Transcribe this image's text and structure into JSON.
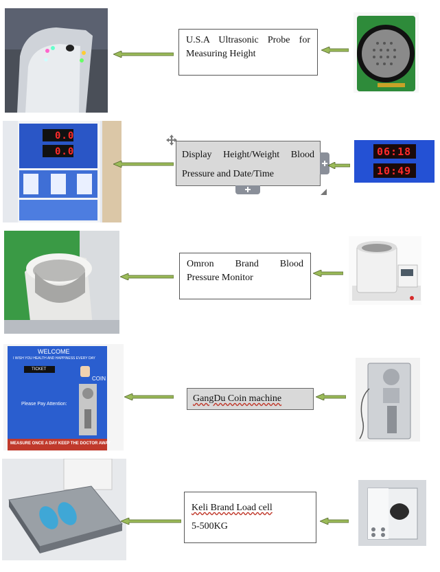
{
  "rows": [
    {
      "label_lines": [
        "U.S.A Ultrasonic Probe for",
        "Measuring Height"
      ]
    },
    {
      "label_lines": [
        "Display Height/Weight Blood",
        "Pressure and Date/Time"
      ],
      "left_display_values": [
        "0.0",
        "0.0"
      ],
      "right_display_values": [
        "06:18",
        "10:49"
      ]
    },
    {
      "label_lines": [
        "Omron Brand Blood",
        "Pressure Monitor"
      ]
    },
    {
      "label_lines": [
        "GangDu Coin machine"
      ],
      "sign": {
        "welcome": "WELCOME",
        "subtitle": "I WISH YOU HEALTH AND HAPPINESS EVERY DAY",
        "ticket": "TICKET",
        "coin": "COIN",
        "attention": "Please Pay Attention:",
        "footer": "MEASURE ONCE A DAY  KEEP THE DOCTOR AWAY"
      }
    },
    {
      "label_lines": [
        "Keli Brand Load cell",
        "5-500KG"
      ]
    }
  ]
}
